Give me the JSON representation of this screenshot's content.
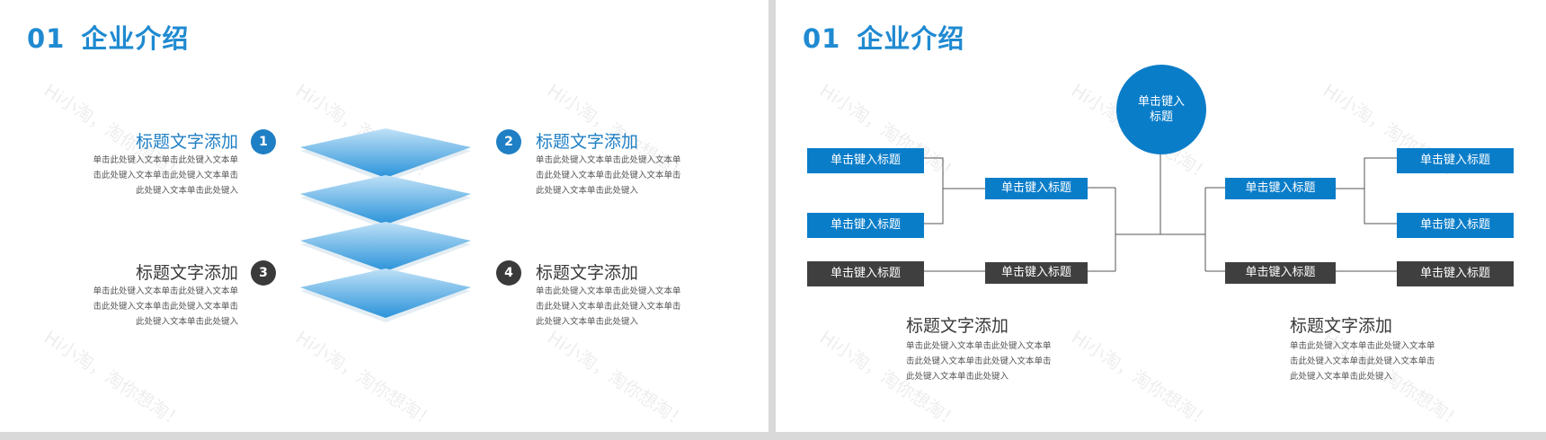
{
  "left_slide": {
    "title_number": "01",
    "title_text": "企业介绍",
    "items": [
      {
        "number": "1",
        "title": "标题文字添加",
        "body": "单击此处键入文本单击此处键入文本单击此处键入文本单击此处键入文本单击此处键入文本单击此处键入"
      },
      {
        "number": "2",
        "title": "标题文字添加",
        "body": "单击此处键入文本单击此处键入文本单击此处键入文本单击此处键入文本单击此处键入文本单击此处键入"
      },
      {
        "number": "3",
        "title": "标题文字添加",
        "body": "单击此处键入文本单击此处键入文本单击此处键入文本单击此处键入文本单击此处键入文本单击此处键入"
      },
      {
        "number": "4",
        "title": "标题文字添加",
        "body": "单击此处键入文本单击此处键入文本单击此处键入文本单击此处键入文本单击此处键入文本单击此处键入"
      }
    ]
  },
  "right_slide": {
    "title_number": "01",
    "title_text": "企业介绍",
    "circle_label": "单击键入\n标题",
    "box_label": "单击键入标题",
    "text_blocks": [
      {
        "title": "标题文字添加",
        "body": "单击此处键入文本单击此处键入文本单击此处键入文本单击此处键入文本单击此处键入文本单击此处键入"
      },
      {
        "title": "标题文字添加",
        "body": "单击此处键入文本单击此处键入文本单击此处键入文本单击此处键入文本单击此处键入文本单击此处键入"
      }
    ]
  },
  "watermark": "Hi小淘，淘你想淘！",
  "colors": {
    "accent": "#0a7dc9",
    "dark": "#3f3f3f",
    "title": "#1f8ad1"
  }
}
